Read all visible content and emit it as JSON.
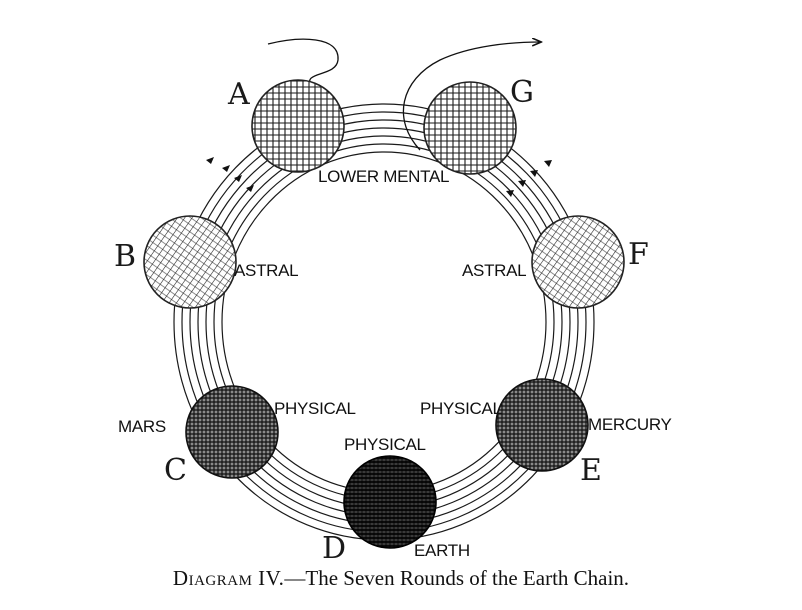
{
  "globes": [
    {
      "letter": "A",
      "label": "LOWER MENTAL",
      "shading": "cross",
      "color": "#222222"
    },
    {
      "letter": "B",
      "label": "ASTRAL",
      "shading": "diagonal",
      "color": "#222222"
    },
    {
      "letter": "C",
      "label": "PHYSICAL",
      "planet": "MARS",
      "shading": "dense",
      "color": "#111111"
    },
    {
      "letter": "D",
      "label": "PHYSICAL",
      "planet": "EARTH",
      "shading": "darkest",
      "color": "#000000"
    },
    {
      "letter": "E",
      "label": "PHYSICAL",
      "planet": "MERCURY",
      "shading": "dense",
      "color": "#111111"
    },
    {
      "letter": "F",
      "label": "ASTRAL",
      "shading": "diagonal",
      "color": "#222222"
    },
    {
      "letter": "G",
      "label": "",
      "shading": "cross",
      "color": "#222222"
    }
  ],
  "rounds": 7,
  "caption": {
    "prefix": "Diagram IV.",
    "text": "—The Seven Rounds of the Earth Chain."
  }
}
